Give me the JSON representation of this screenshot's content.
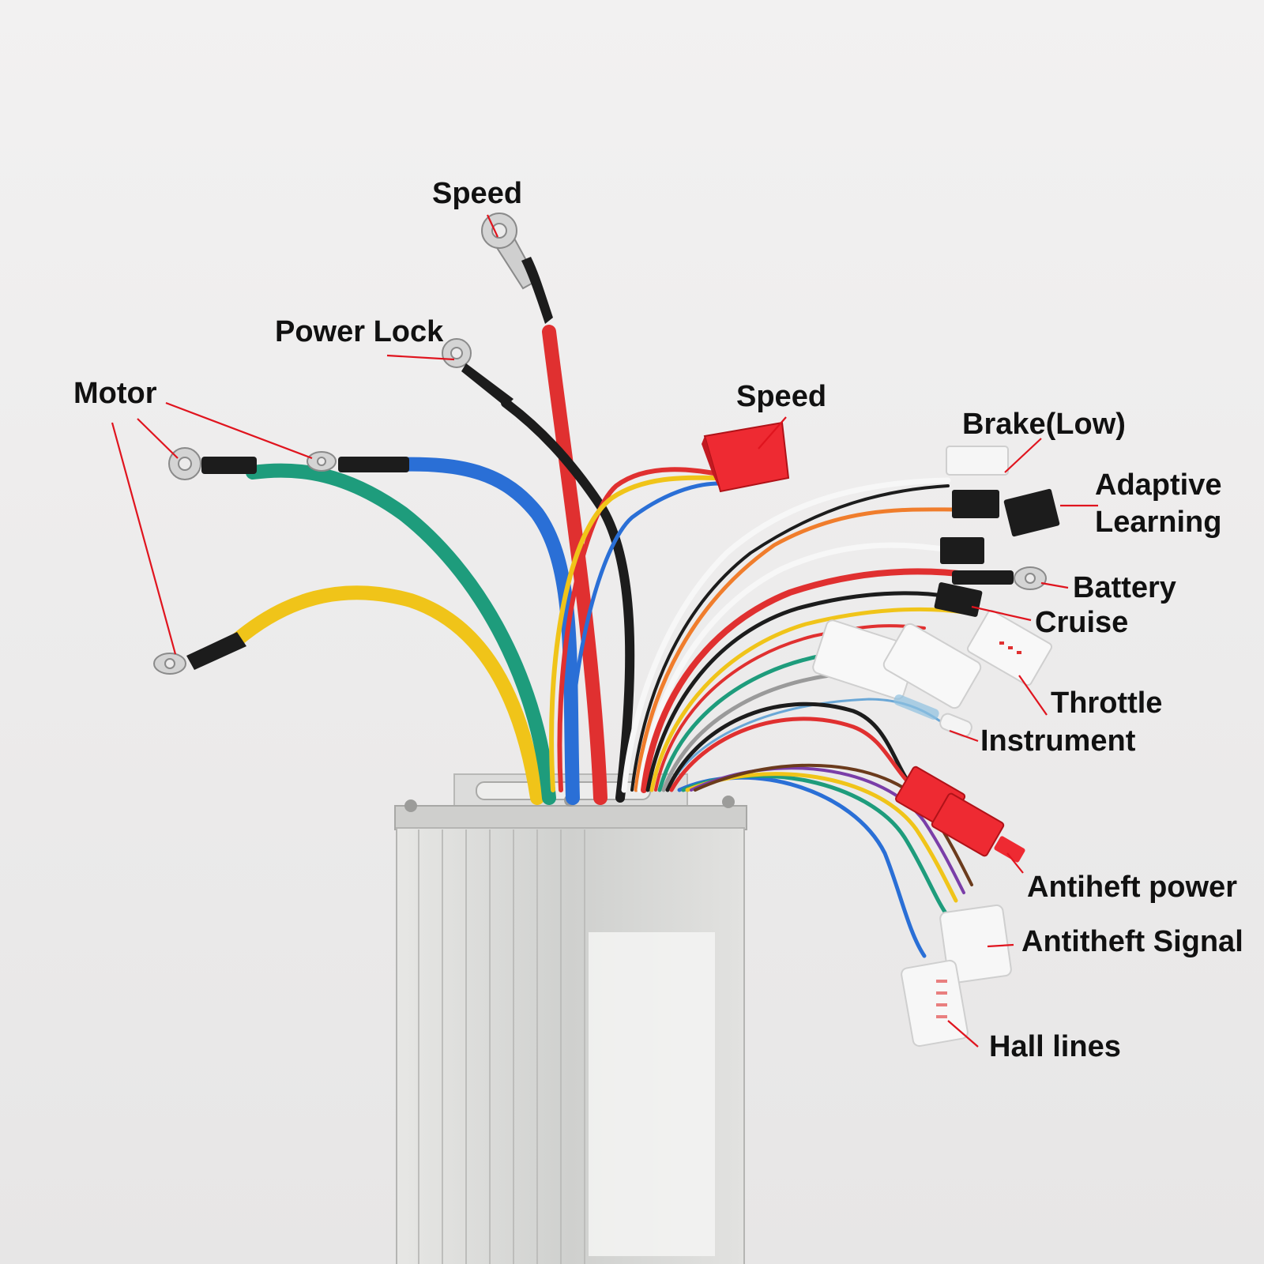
{
  "diagram": {
    "labels": {
      "speed_top": "Speed",
      "power_lock": "Power Lock",
      "motor": "Motor",
      "speed_connector": "Speed",
      "brake_low": "Brake(Low)",
      "adaptive_line1": "Adaptive",
      "adaptive_line2": "Learning",
      "battery": "Battery",
      "cruise": "Cruise",
      "throttle": "Throttle",
      "instrument": "Instrument",
      "antitheft_power": "Antiheft power",
      "antitheft_signal": "Antitheft Signal",
      "hall_lines": "Hall lines"
    },
    "colors": {
      "background": "#ecebeb",
      "leader_line": "#e0141e",
      "wire_yellow": "#f0c419",
      "wire_green": "#1e9c7c",
      "wire_blue": "#2a6fd6",
      "wire_red": "#e03030",
      "wire_black": "#1c1c1c",
      "wire_white": "#f7f7f7",
      "wire_orange": "#f07d2c",
      "connector_red": "#ee2a32",
      "housing": "#d8d8d6"
    }
  }
}
